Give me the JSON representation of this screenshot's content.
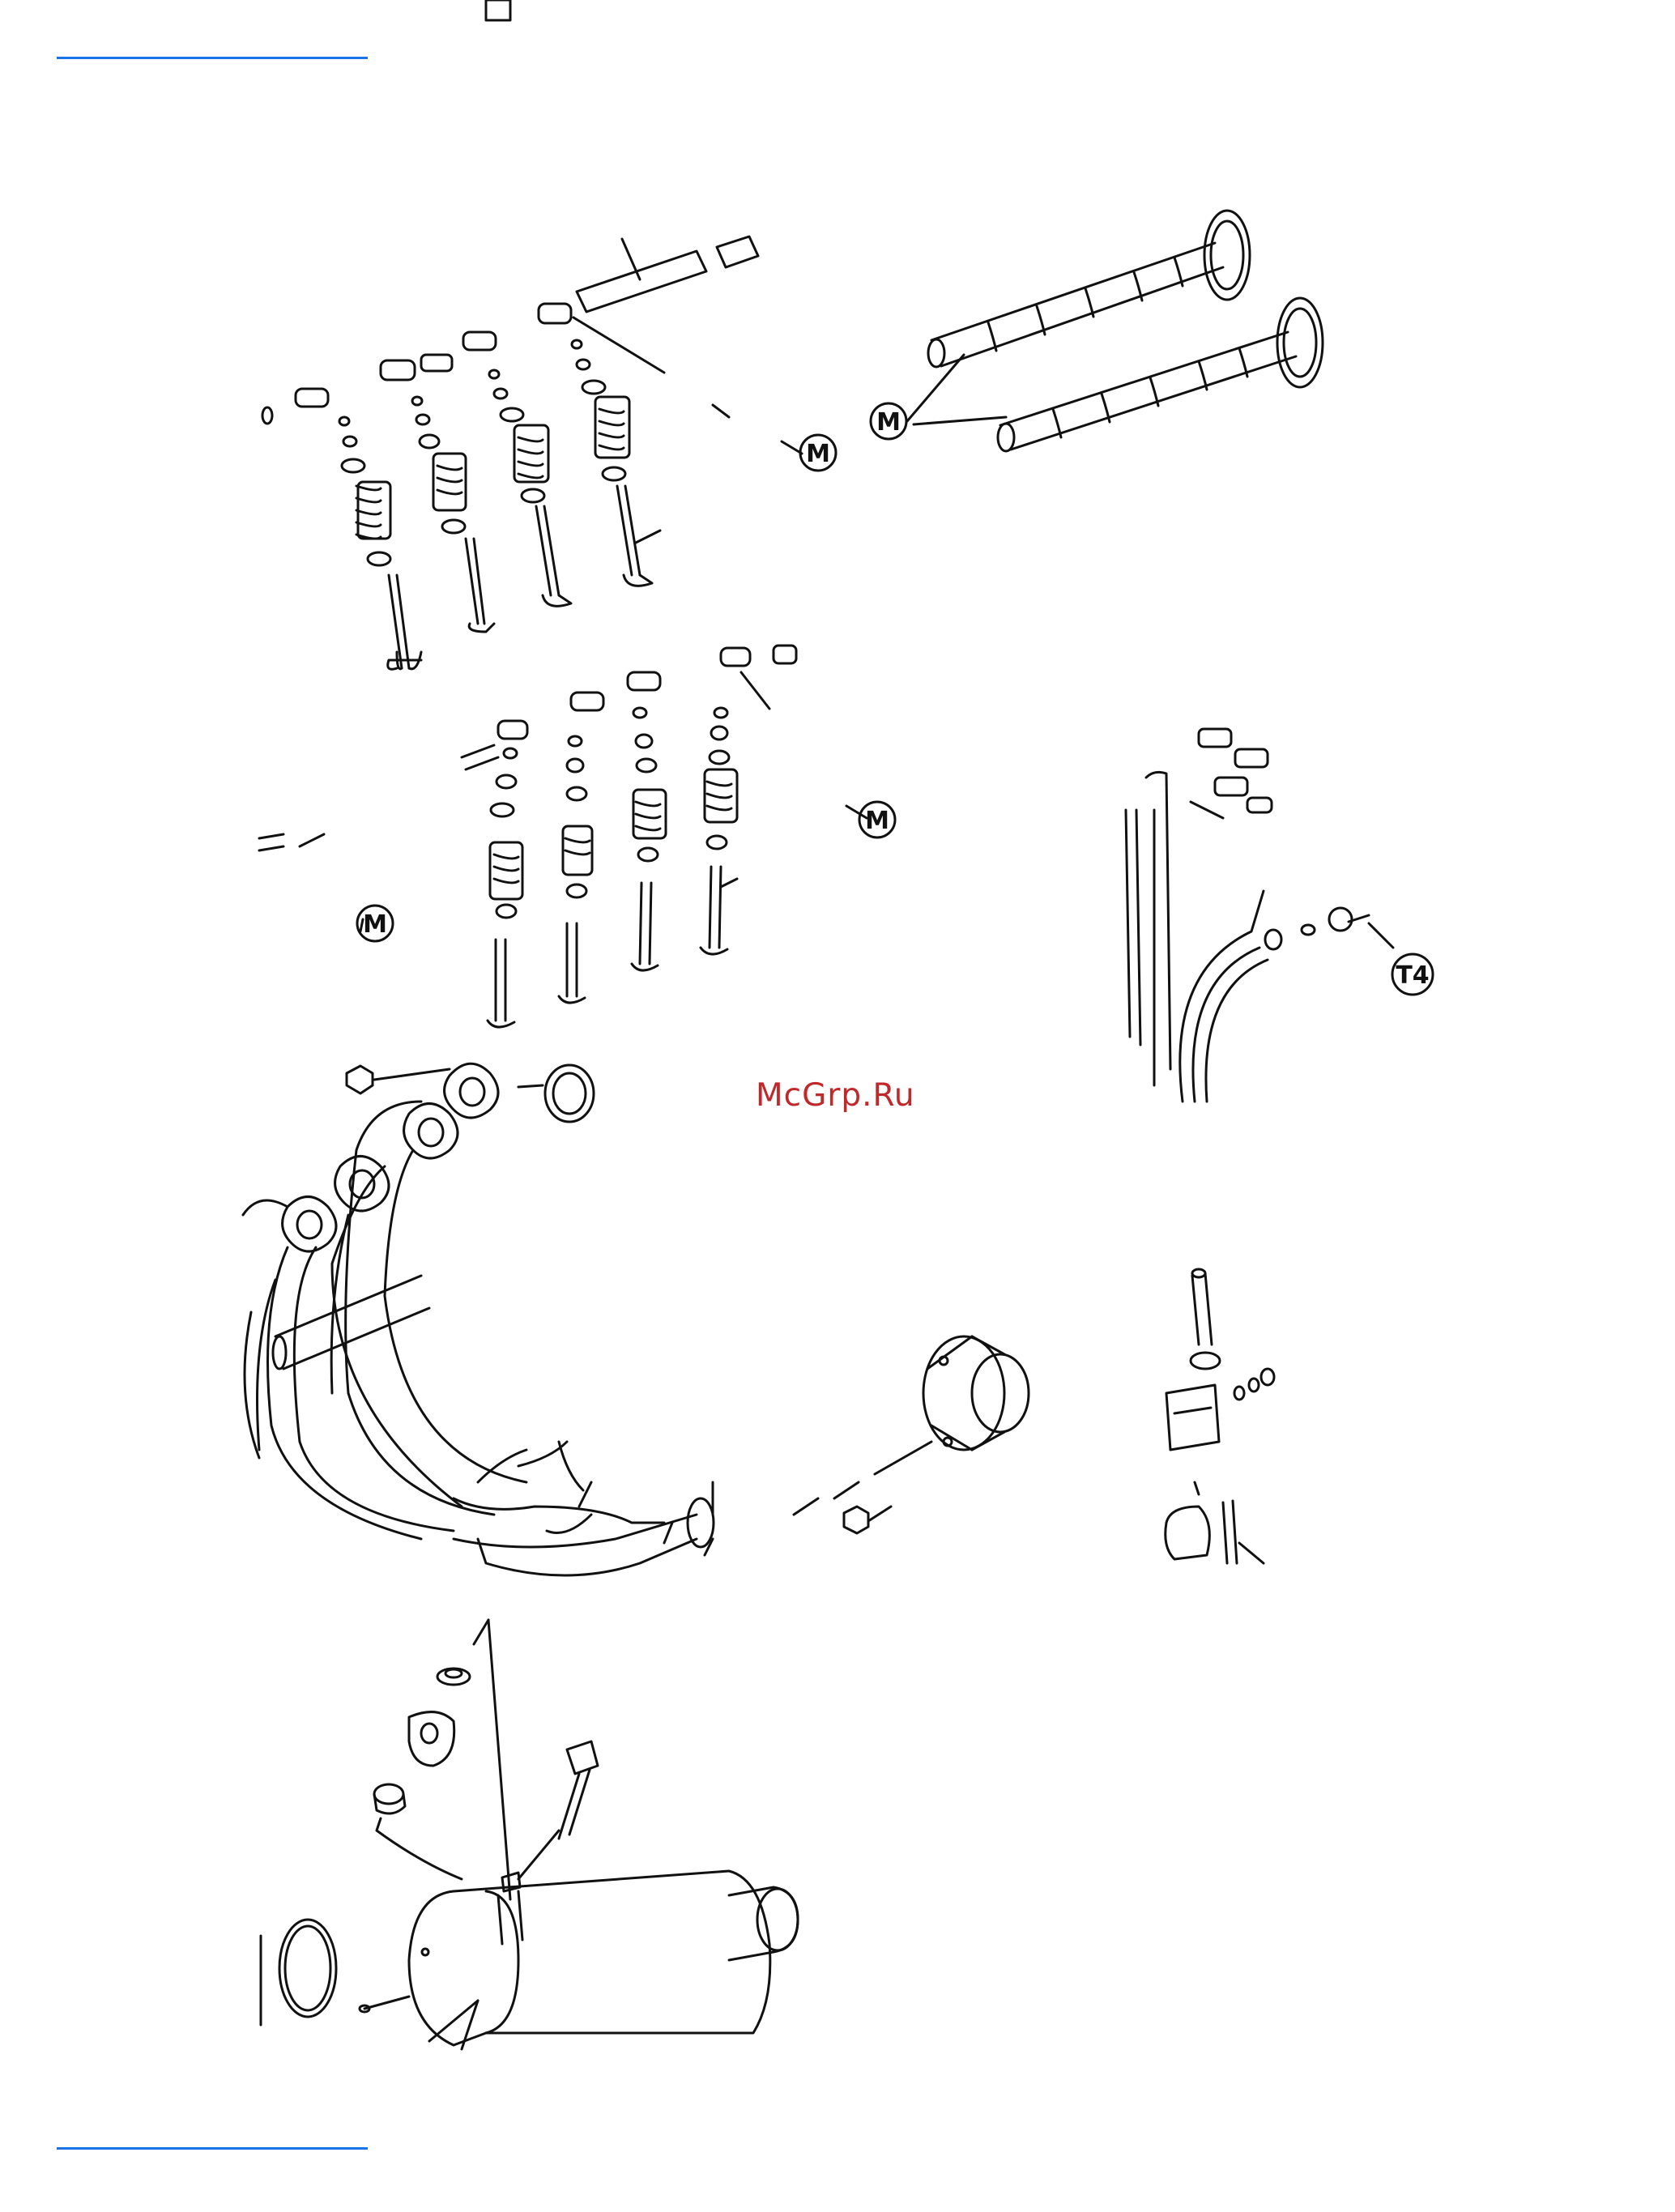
{
  "page": {
    "accent_rule_color": "#1a73e8",
    "line_color": "#111111"
  },
  "watermark": {
    "text": "McGrp.Ru",
    "color": "#c0282a"
  },
  "callouts": {
    "m1": "M",
    "m2": "M",
    "m3": "M",
    "m4": "M",
    "t4": "T4"
  },
  "illustration": {
    "groups": [
      "intake-valve-assembly-icon",
      "camshafts-icon",
      "exhaust-valve-assembly-icon",
      "cam-chain-tensioner-icon",
      "exhaust-header-icon",
      "tensioner-adjuster-icon",
      "muffler-icon"
    ]
  }
}
